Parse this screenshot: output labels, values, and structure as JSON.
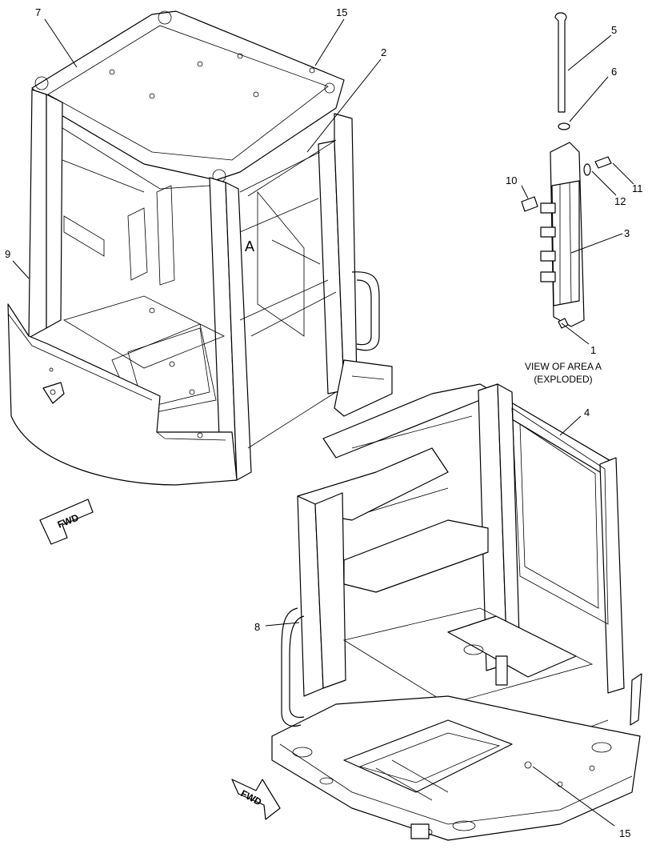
{
  "callouts": [
    {
      "id": "c7",
      "label": "7"
    },
    {
      "id": "c15a",
      "label": "15"
    },
    {
      "id": "c2",
      "label": "2"
    },
    {
      "id": "c9",
      "label": "9"
    },
    {
      "id": "c5",
      "label": "5"
    },
    {
      "id": "c6",
      "label": "6"
    },
    {
      "id": "c10",
      "label": "10"
    },
    {
      "id": "c12",
      "label": "12"
    },
    {
      "id": "c11",
      "label": "11"
    },
    {
      "id": "c3",
      "label": "3"
    },
    {
      "id": "c1",
      "label": "1"
    },
    {
      "id": "c4",
      "label": "4"
    },
    {
      "id": "c8",
      "label": "8"
    },
    {
      "id": "c15b",
      "label": "15"
    }
  ],
  "area_marker": "A",
  "view_label": {
    "line1": "VIEW OF AREA A",
    "line2": "(EXPLODED)"
  },
  "fwd_arrows": {
    "upper": "FWD",
    "lower": "FWD"
  }
}
